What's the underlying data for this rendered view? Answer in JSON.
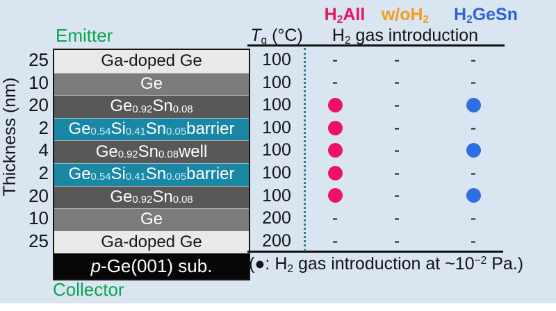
{
  "colors": {
    "panel_bg": "#D9E6F2",
    "green_contact": "#0CA44F",
    "legend_pink": "#E8145E",
    "legend_orange": "#F59B1E",
    "legend_blue": "#2F62D9",
    "dot_pink": "#EE1166",
    "dot_blue": "#2F6FE0",
    "barrier_teal": "#1A87A4",
    "ge_gray": "#7C7C7C",
    "gesn_gray": "#585858",
    "doped_ge_gray": "#E9E9E7",
    "substrate_black": "#060606",
    "dotted_separator": "#2A7F8F"
  },
  "axis": {
    "label": "Thickness (nm)",
    "ticks": [
      "25",
      "10",
      "20",
      "2",
      "4",
      "2",
      "20",
      "10",
      "25"
    ]
  },
  "emitter_label": "Emitter",
  "collector_label": "Collector",
  "legend": {
    "h2all": [
      [
        "n",
        "H"
      ],
      [
        "b",
        "2"
      ],
      [
        "n",
        "All"
      ]
    ],
    "woh2": [
      [
        "n",
        "w/oH"
      ],
      [
        "b",
        "2"
      ]
    ],
    "h2gesn": [
      [
        "n",
        "H"
      ],
      [
        "b",
        "2"
      ],
      [
        "n",
        "GeSn"
      ]
    ]
  },
  "table": {
    "tg_header": [
      [
        "i",
        "T"
      ],
      [
        "b",
        "g"
      ],
      [
        "n",
        " (°C)"
      ]
    ],
    "h2_header": [
      [
        "n",
        "H"
      ],
      [
        "b",
        "2"
      ],
      [
        "n",
        " gas introduction"
      ]
    ]
  },
  "rows": [
    {
      "thickness": "25",
      "formula": [
        [
          "n",
          "Ga-doped Ge"
        ]
      ],
      "tg": "100",
      "marks": [
        "-",
        "-",
        "-"
      ]
    },
    {
      "thickness": "10",
      "formula": [
        [
          "n",
          "Ge"
        ]
      ],
      "tg": "100",
      "marks": [
        "-",
        "-",
        "-"
      ]
    },
    {
      "thickness": "20",
      "formula": [
        [
          "n",
          "Ge"
        ],
        [
          "b",
          "0.92"
        ],
        [
          "n",
          "Sn"
        ],
        [
          "b",
          "0.08"
        ]
      ],
      "tg": "100",
      "marks": [
        "pink",
        "-",
        "blue"
      ]
    },
    {
      "thickness": "2",
      "formula": [
        [
          "n",
          "Ge"
        ],
        [
          "b",
          "0.54"
        ],
        [
          "n",
          "Si"
        ],
        [
          "b",
          "0.41"
        ],
        [
          "n",
          "Sn"
        ],
        [
          "b",
          "0.05"
        ],
        [
          "n",
          " barrier"
        ]
      ],
      "tg": "100",
      "marks": [
        "pink",
        "-",
        "-"
      ]
    },
    {
      "thickness": "4",
      "formula": [
        [
          "n",
          "Ge"
        ],
        [
          "b",
          "0.92"
        ],
        [
          "n",
          "Sn"
        ],
        [
          "b",
          "0.08"
        ],
        [
          "n",
          " well"
        ]
      ],
      "tg": "100",
      "marks": [
        "pink",
        "-",
        "blue"
      ]
    },
    {
      "thickness": "2",
      "formula": [
        [
          "n",
          "Ge"
        ],
        [
          "b",
          "0.54"
        ],
        [
          "n",
          "Si"
        ],
        [
          "b",
          "0.41"
        ],
        [
          "n",
          "Sn"
        ],
        [
          "b",
          "0.05"
        ],
        [
          "n",
          " barrier"
        ]
      ],
      "tg": "100",
      "marks": [
        "pink",
        "-",
        "-"
      ]
    },
    {
      "thickness": "20",
      "formula": [
        [
          "n",
          "Ge"
        ],
        [
          "b",
          "0.92"
        ],
        [
          "n",
          "Sn"
        ],
        [
          "b",
          "0.08"
        ]
      ],
      "tg": "100",
      "marks": [
        "pink",
        "-",
        "blue"
      ]
    },
    {
      "thickness": "10",
      "formula": [
        [
          "n",
          "Ge"
        ]
      ],
      "tg": "200",
      "marks": [
        "-",
        "-",
        "-"
      ]
    },
    {
      "thickness": "25",
      "formula": [
        [
          "n",
          "Ga-doped Ge"
        ]
      ],
      "tg": "200",
      "marks": [
        "-",
        "-",
        "-"
      ]
    }
  ],
  "substrate": {
    "label": [
      [
        "i",
        "p"
      ],
      [
        "n",
        "-Ge(001) sub."
      ]
    ]
  },
  "note": [
    [
      "n",
      "(●: H"
    ],
    [
      "b",
      "2"
    ],
    [
      "n",
      " gas introduction at ~10"
    ],
    [
      "p",
      "−2"
    ],
    [
      "n",
      " Pa.)"
    ]
  ]
}
